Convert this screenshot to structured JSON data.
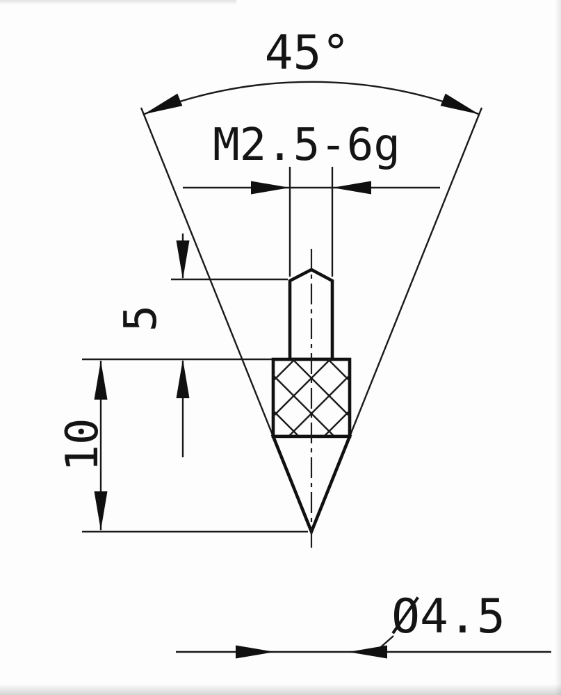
{
  "drawing": {
    "labels": {
      "angle": "45°",
      "thread_spec": "M2.5-6g",
      "dim_5": "5",
      "dim_10": "10",
      "diameter": "Ø4.5"
    },
    "colors": {
      "line": "#1a1a1a",
      "background": "#fdfdfd"
    }
  }
}
